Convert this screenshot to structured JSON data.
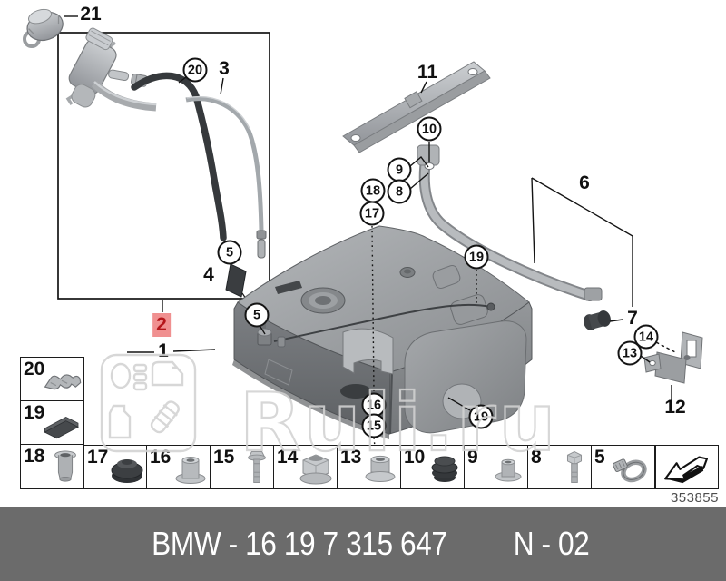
{
  "watermark": {
    "text": "Ruli.ru"
  },
  "drawing_number": "353855",
  "footer": {
    "part_number": "BMW - 16 19 7 315 647",
    "revision": "N - 02",
    "bar_color": "#6b6b6b"
  },
  "colors": {
    "line": "#141414",
    "highlight_text": "#b5161a",
    "highlight_bg": "#f09090",
    "watermark": "#d4d4d4",
    "part_gray": "#aeb1b4",
    "dark_rubber": "#3a3d40"
  },
  "callouts": {
    "c21": {
      "label": "21"
    },
    "c20": {
      "label": "20"
    },
    "c3": {
      "label": "3"
    },
    "c11": {
      "label": "11"
    },
    "c10": {
      "label": "10"
    },
    "c9": {
      "label": "9"
    },
    "c8": {
      "label": "8"
    },
    "c18": {
      "label": "18"
    },
    "c17": {
      "label": "17"
    },
    "c6": {
      "label": "6"
    },
    "c5a": {
      "label": "5"
    },
    "c5b": {
      "label": "5"
    },
    "c4": {
      "label": "4"
    },
    "c2": {
      "label": "2"
    },
    "c1": {
      "label": "1"
    },
    "c19a": {
      "label": "19"
    },
    "c19b": {
      "label": "19"
    },
    "c16": {
      "label": "16"
    },
    "c15": {
      "label": "15"
    },
    "c7": {
      "label": "7"
    },
    "c14": {
      "label": "14"
    },
    "c13": {
      "label": "13"
    },
    "c12": {
      "label": "12"
    }
  },
  "legend": {
    "box20": {
      "number": "20",
      "part": "retaining-clip"
    },
    "box19": {
      "number": "19",
      "part": "foam-pad"
    },
    "cells": [
      {
        "number": "18",
        "part": "threaded-sleeve"
      },
      {
        "number": "17",
        "part": "rubber-grommet"
      },
      {
        "number": "16",
        "part": "metal-spacer"
      },
      {
        "number": "15",
        "part": "flange-bolt"
      },
      {
        "number": "14",
        "part": "flange-nut"
      },
      {
        "number": "13",
        "part": "hex-nut-washer"
      },
      {
        "number": "10",
        "part": "rubber-buffer"
      },
      {
        "number": "9",
        "part": "bushing"
      },
      {
        "number": "8",
        "part": "hex-bolt"
      },
      {
        "number": "5",
        "part": "hose-clamp"
      },
      {
        "number": "",
        "part": "direction-arrow"
      }
    ]
  }
}
